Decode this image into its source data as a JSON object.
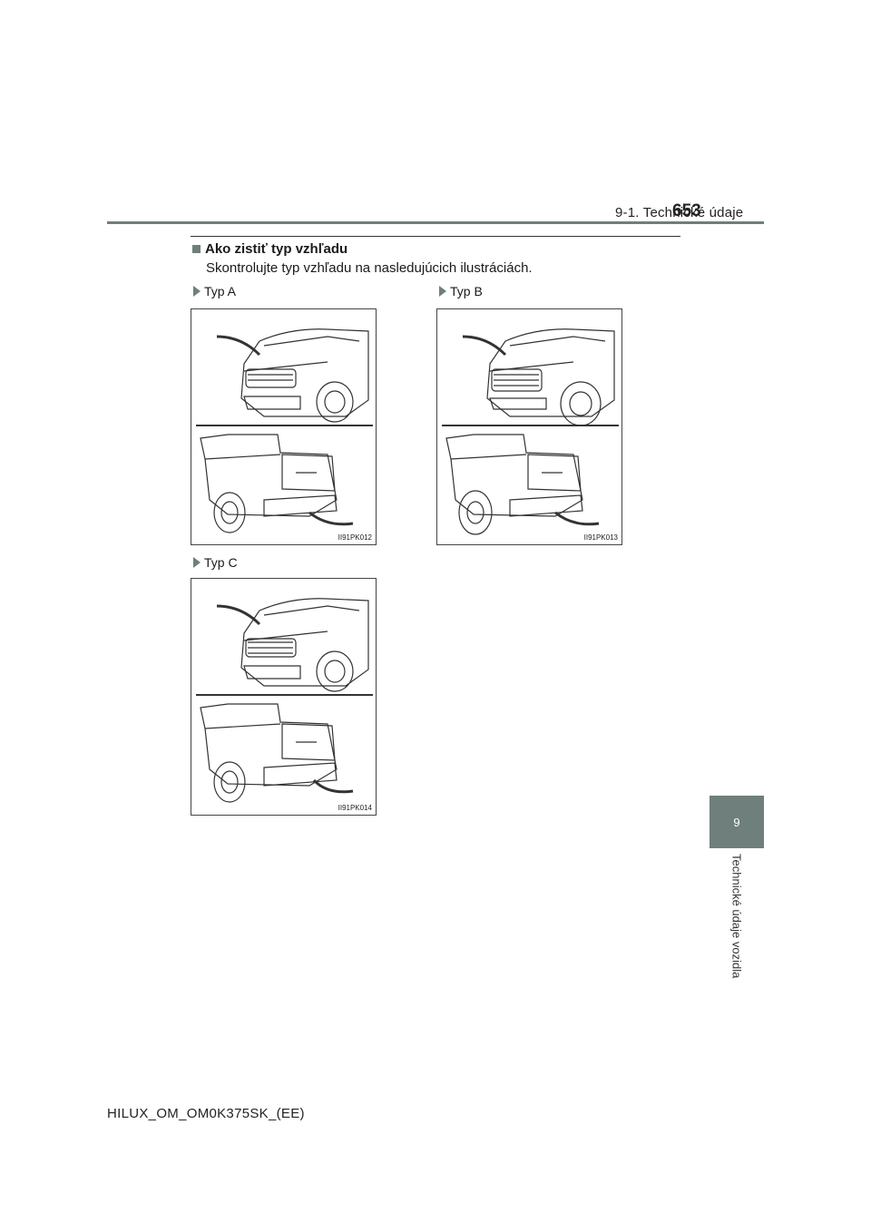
{
  "header": {
    "section": "9-1. Technické údaje",
    "page_number": "653"
  },
  "heading": "Ako zistiť typ vzhľadu",
  "body_text": "Skontrolujte typ vzhľadu na nasledujúcich ilustráciách.",
  "figures": [
    {
      "label": "Typ A",
      "code": "II91PK012"
    },
    {
      "label": "Typ B",
      "code": "II91PK013"
    },
    {
      "label": "Typ C",
      "code": "II91PK014"
    }
  ],
  "side_tab": {
    "number": "9",
    "label": "Technické údaje vozidla"
  },
  "footer": "HILUX_OM_OM0K375SK_(EE)",
  "colors": {
    "accent": "#6f7f7b"
  }
}
